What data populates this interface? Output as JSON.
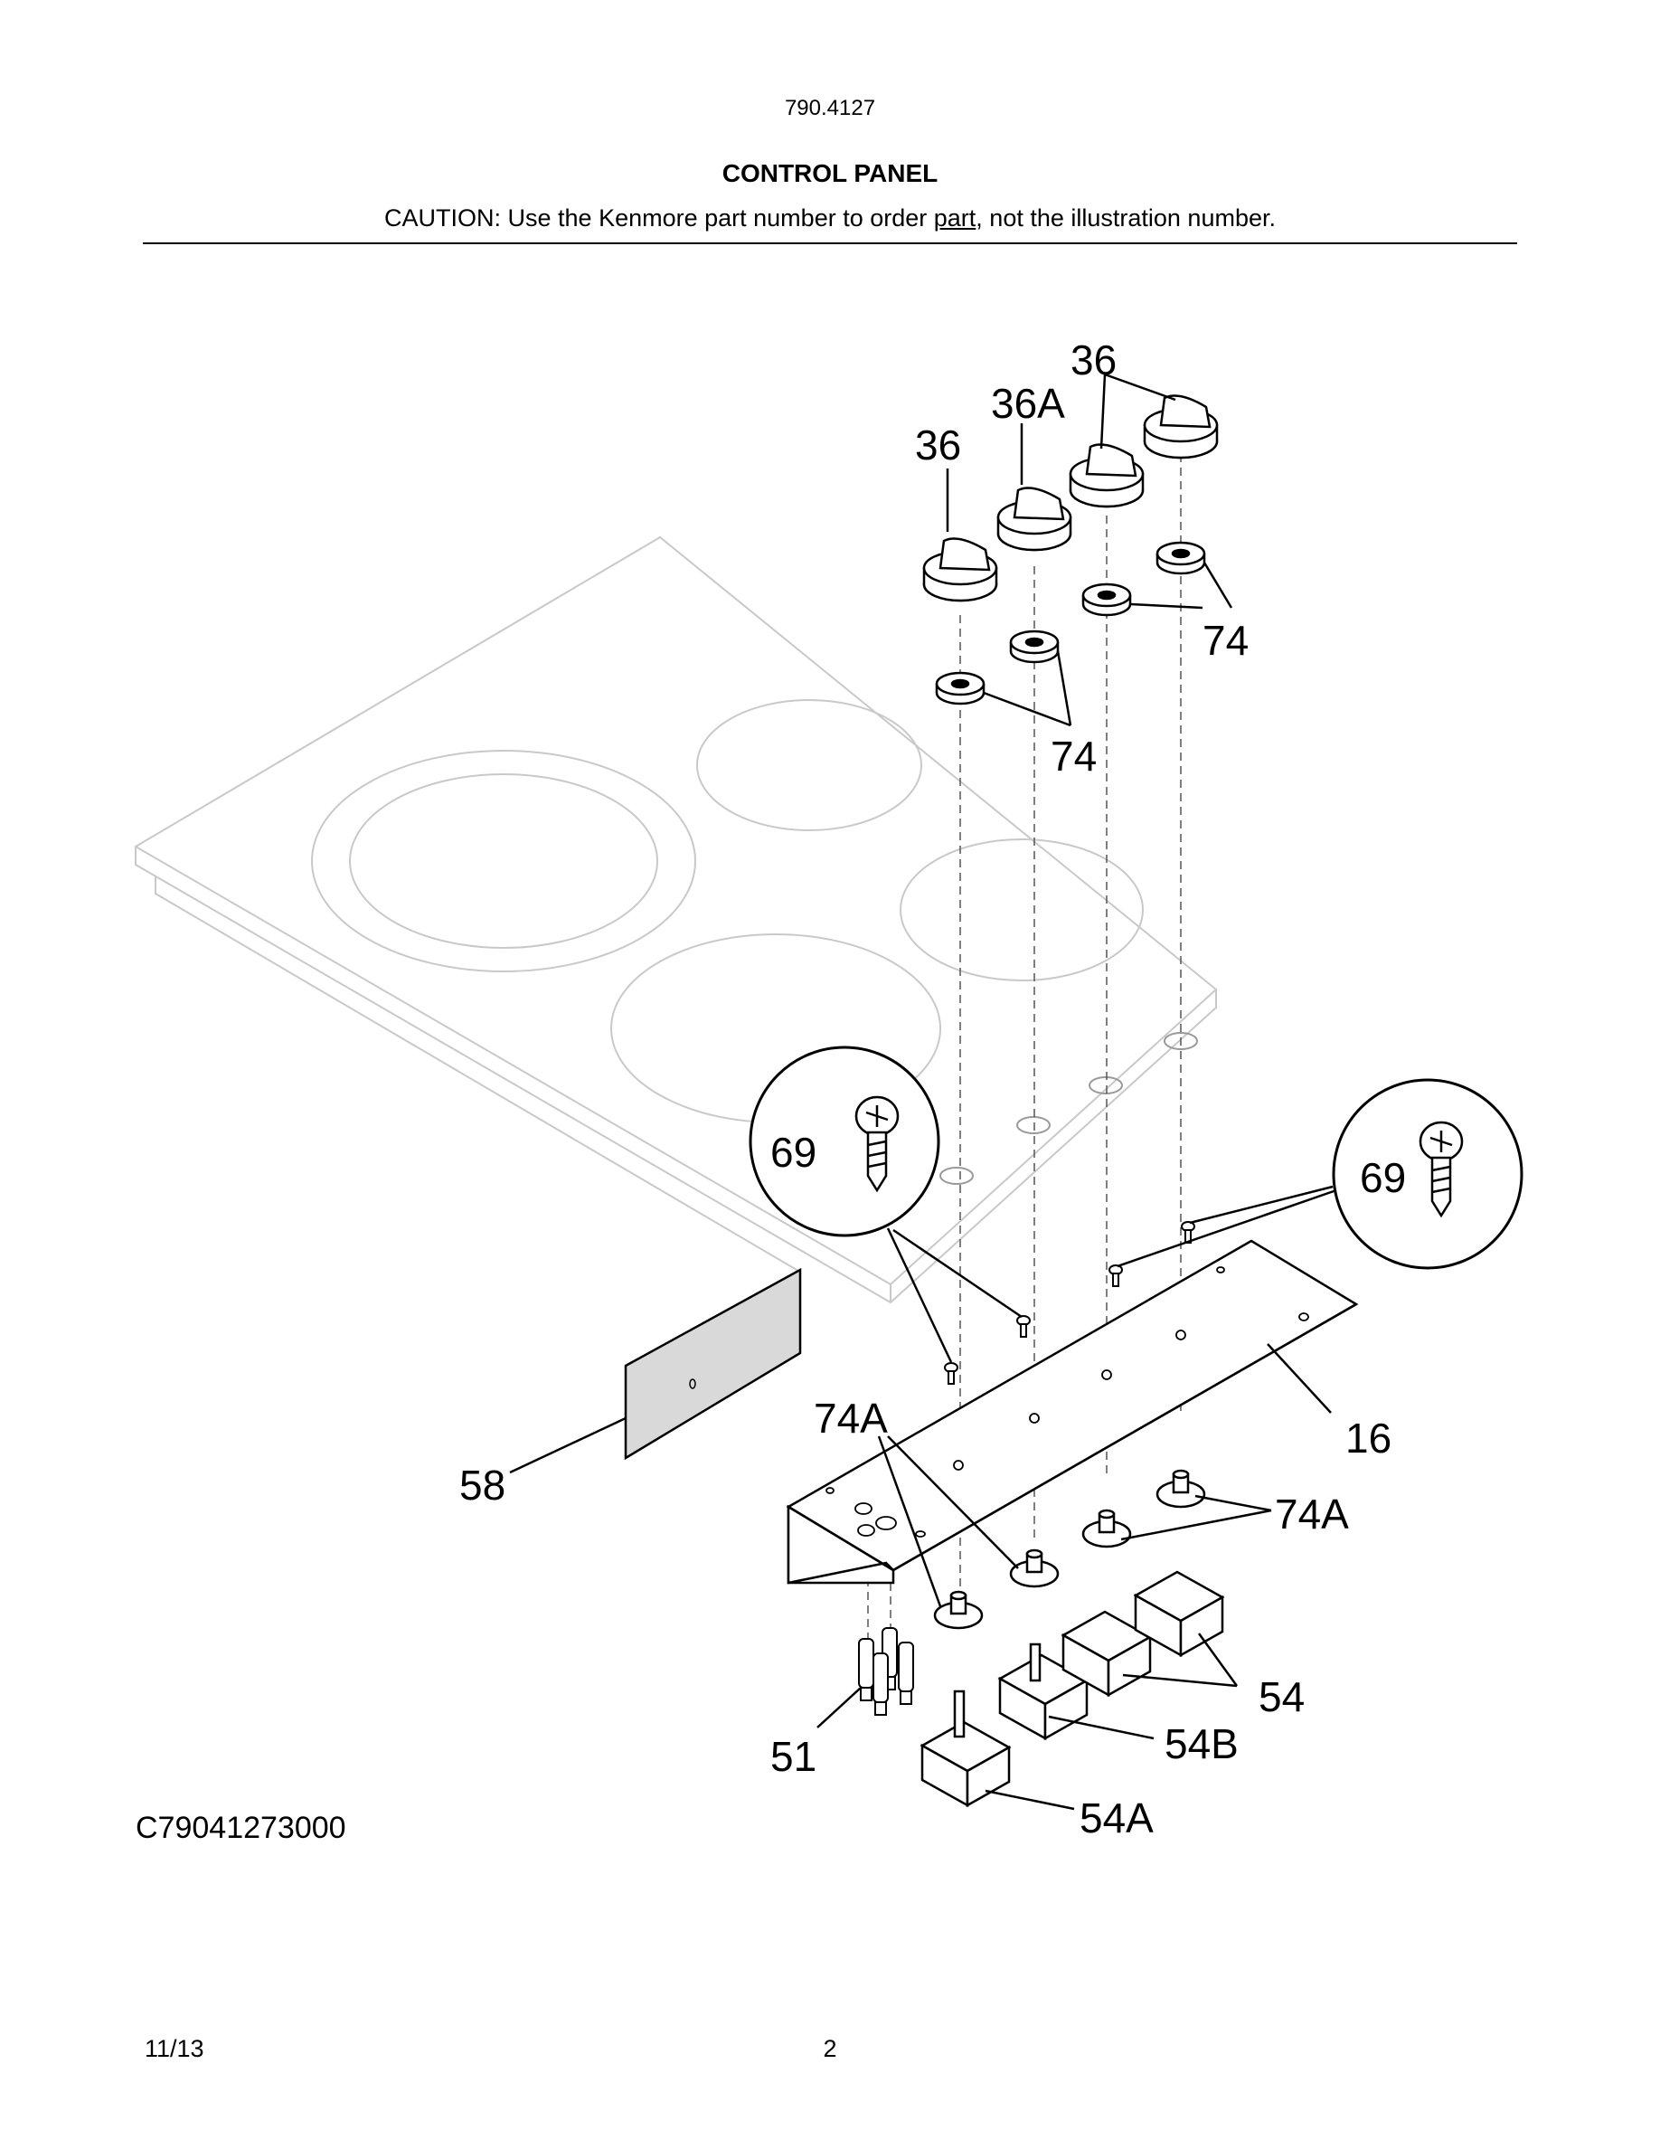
{
  "header": {
    "model_number": "790.4127",
    "section_title": "CONTROL PANEL",
    "caution_prefix": "CAUTION: Use the Kenmore part number to order ",
    "caution_underlined": "part",
    "caution_suffix": ", not the illustration number."
  },
  "callouts": {
    "knob_left": "36",
    "knob_center": "36A",
    "knob_right": "36",
    "bezel_upper": "74",
    "bezel_lower": "74",
    "screw_left": "69",
    "screw_right": "69",
    "bracket": "16",
    "trim": "58",
    "spacer_left": "74A",
    "spacer_right": "74A",
    "switch_pair": "54",
    "switch_b": "54B",
    "switch_a": "54A",
    "indicator_lights": "51"
  },
  "footer": {
    "drawing_code": "C79041273000",
    "date": "11/13",
    "page_number": "2"
  }
}
